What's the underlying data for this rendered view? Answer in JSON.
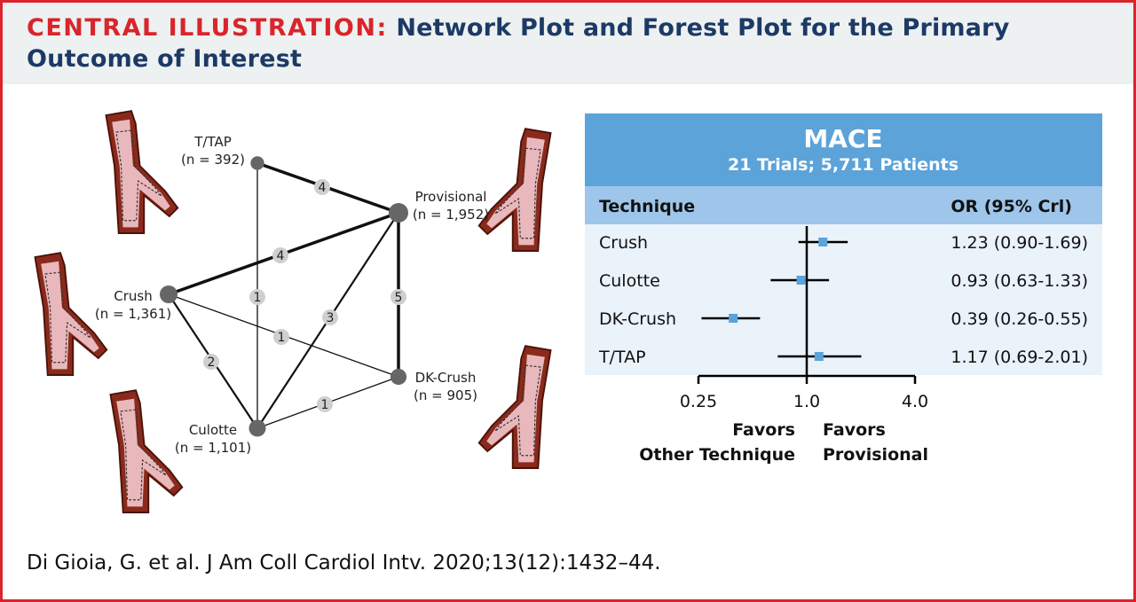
{
  "title": {
    "prefix": "CENTRAL ILLUSTRATION:",
    "text": "Network Plot and Forest Plot for the Primary Outcome of Interest"
  },
  "citation": "Di Gioia, G. et al. J Am Coll Cardiol Intv. 2020;13(12):1432–44.",
  "colors": {
    "accent_red": "#d9252b",
    "navy": "#1d3a66",
    "panel_blue": "#5ba3d9",
    "sub_blue": "#9ec5ea",
    "body_blue": "#eaf2fa",
    "marker": "#5ba3d9"
  },
  "chart_data": [
    {
      "type": "network",
      "nodes": [
        {
          "id": "T/TAP",
          "label": "T/TAP",
          "n_label": "(n = 392)",
          "n": 392
        },
        {
          "id": "Provisional",
          "label": "Provisional",
          "n_label": "(n = 1,952)",
          "n": 1952
        },
        {
          "id": "Crush",
          "label": "Crush",
          "n_label": "(n = 1,361)",
          "n": 1361
        },
        {
          "id": "DK-Crush",
          "label": "DK-Crush",
          "n_label": "(n = 905)",
          "n": 905
        },
        {
          "id": "Culotte",
          "label": "Culotte",
          "n_label": "(n = 1,101)",
          "n": 1101
        }
      ],
      "edges": [
        {
          "from": "T/TAP",
          "to": "Provisional",
          "trials": "4"
        },
        {
          "from": "Crush",
          "to": "Provisional",
          "trials": "4"
        },
        {
          "from": "T/TAP",
          "to": "Culotte",
          "trials": "1"
        },
        {
          "from": "Culotte",
          "to": "Provisional",
          "trials": "3"
        },
        {
          "from": "Provisional",
          "to": "DK-Crush",
          "trials": "5"
        },
        {
          "from": "Crush",
          "to": "DK-Crush",
          "trials": "1"
        },
        {
          "from": "Crush",
          "to": "Culotte",
          "trials": "2"
        },
        {
          "from": "Culotte",
          "to": "DK-Crush",
          "trials": "1"
        }
      ]
    },
    {
      "type": "forest",
      "title": "MACE",
      "subtitle": "21 Trials; 5,711 Patients",
      "col_technique": "Technique",
      "col_or": "OR (95% Crl)",
      "rows": [
        {
          "technique": "Crush",
          "or": 1.23,
          "lo": 0.9,
          "hi": 1.69,
          "text": "1.23 (0.90-1.69)"
        },
        {
          "technique": "Culotte",
          "or": 0.93,
          "lo": 0.63,
          "hi": 1.33,
          "text": "0.93 (0.63-1.33)"
        },
        {
          "technique": "DK-Crush",
          "or": 0.39,
          "lo": 0.26,
          "hi": 0.55,
          "text": "0.39 (0.26-0.55)"
        },
        {
          "technique": "T/TAP",
          "or": 1.17,
          "lo": 0.69,
          "hi": 2.01,
          "text": "1.17 (0.69-2.01)"
        }
      ],
      "x_scale": "log",
      "xlim": [
        0.25,
        4.0
      ],
      "ticks": [
        {
          "value": 0.25,
          "label": "0.25"
        },
        {
          "value": 1.0,
          "label": "1.0"
        },
        {
          "value": 4.0,
          "label": "4.0"
        }
      ],
      "favors_left": [
        "Favors",
        "Other Technique"
      ],
      "favors_right": [
        "Favors",
        "Provisional"
      ]
    }
  ]
}
